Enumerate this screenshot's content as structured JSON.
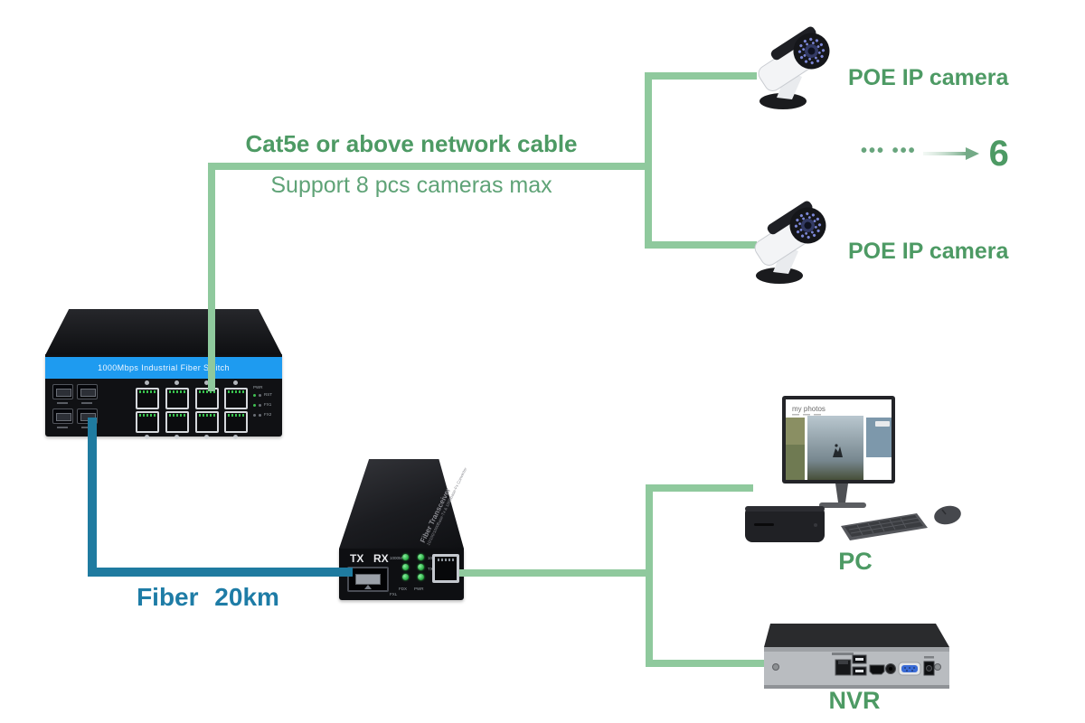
{
  "labels": {
    "cat5e": "Cat5e or above network cable",
    "support": "Support 8 pcs cameras max",
    "fiber": "Fiber 20km",
    "poe_camera_top": "POE IP camera",
    "poe_camera_bottom": "POE IP camera",
    "more_dots": "••• •••",
    "more_count": "6",
    "pc": "PC",
    "nvr": "NVR"
  },
  "switch": {
    "stripe_text": "1000Mbps Industrial Fiber Switch",
    "led_labels": [
      "PWR",
      "RST",
      "FX1",
      "FX2"
    ]
  },
  "converter": {
    "tx": "TX",
    "rx": "RX",
    "top_line1": "Fiber Transceiver",
    "top_line2": "10/100/1000Base-Tx & 1000Base-Fx Converter",
    "leds": {
      "m1000": "1000M",
      "m100": "100M",
      "txl": "TXL",
      "fxl": "FXL",
      "fdx": "FDX",
      "pwr": "PWR"
    }
  },
  "pc_screen": {
    "title": "my photos"
  },
  "colors": {
    "line_green": "#8FC99D",
    "heading_green": "#4D9A64",
    "support_green": "#5FA377",
    "line_blue": "#1F7BA0",
    "fiber_text_blue": "#1E7CA6",
    "switch_stripe_blue": "#1E9BF0",
    "led_green": "#23A83E"
  }
}
